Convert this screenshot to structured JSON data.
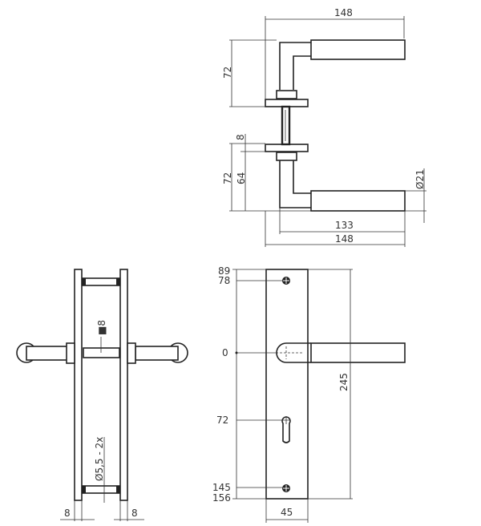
{
  "side_view": {
    "dim_total_width_top": "148",
    "dim_upper_height": "72",
    "dim_rose_thickness": "8",
    "dim_lower_height": "72",
    "dim_lower_inner": "64",
    "dim_grip_diameter": "Ø21",
    "dim_lever_reach": "133",
    "dim_total_width_bottom": "148"
  },
  "edge_view": {
    "spindle_label": "■8",
    "screw_label": "Ø5,5 - 2x",
    "left_plate_thickness": "8",
    "right_plate_thickness": "8"
  },
  "front_view": {
    "labels": [
      "89",
      "78",
      "0",
      "72",
      "145",
      "156"
    ],
    "plate_height": "245",
    "plate_width": "45"
  }
}
